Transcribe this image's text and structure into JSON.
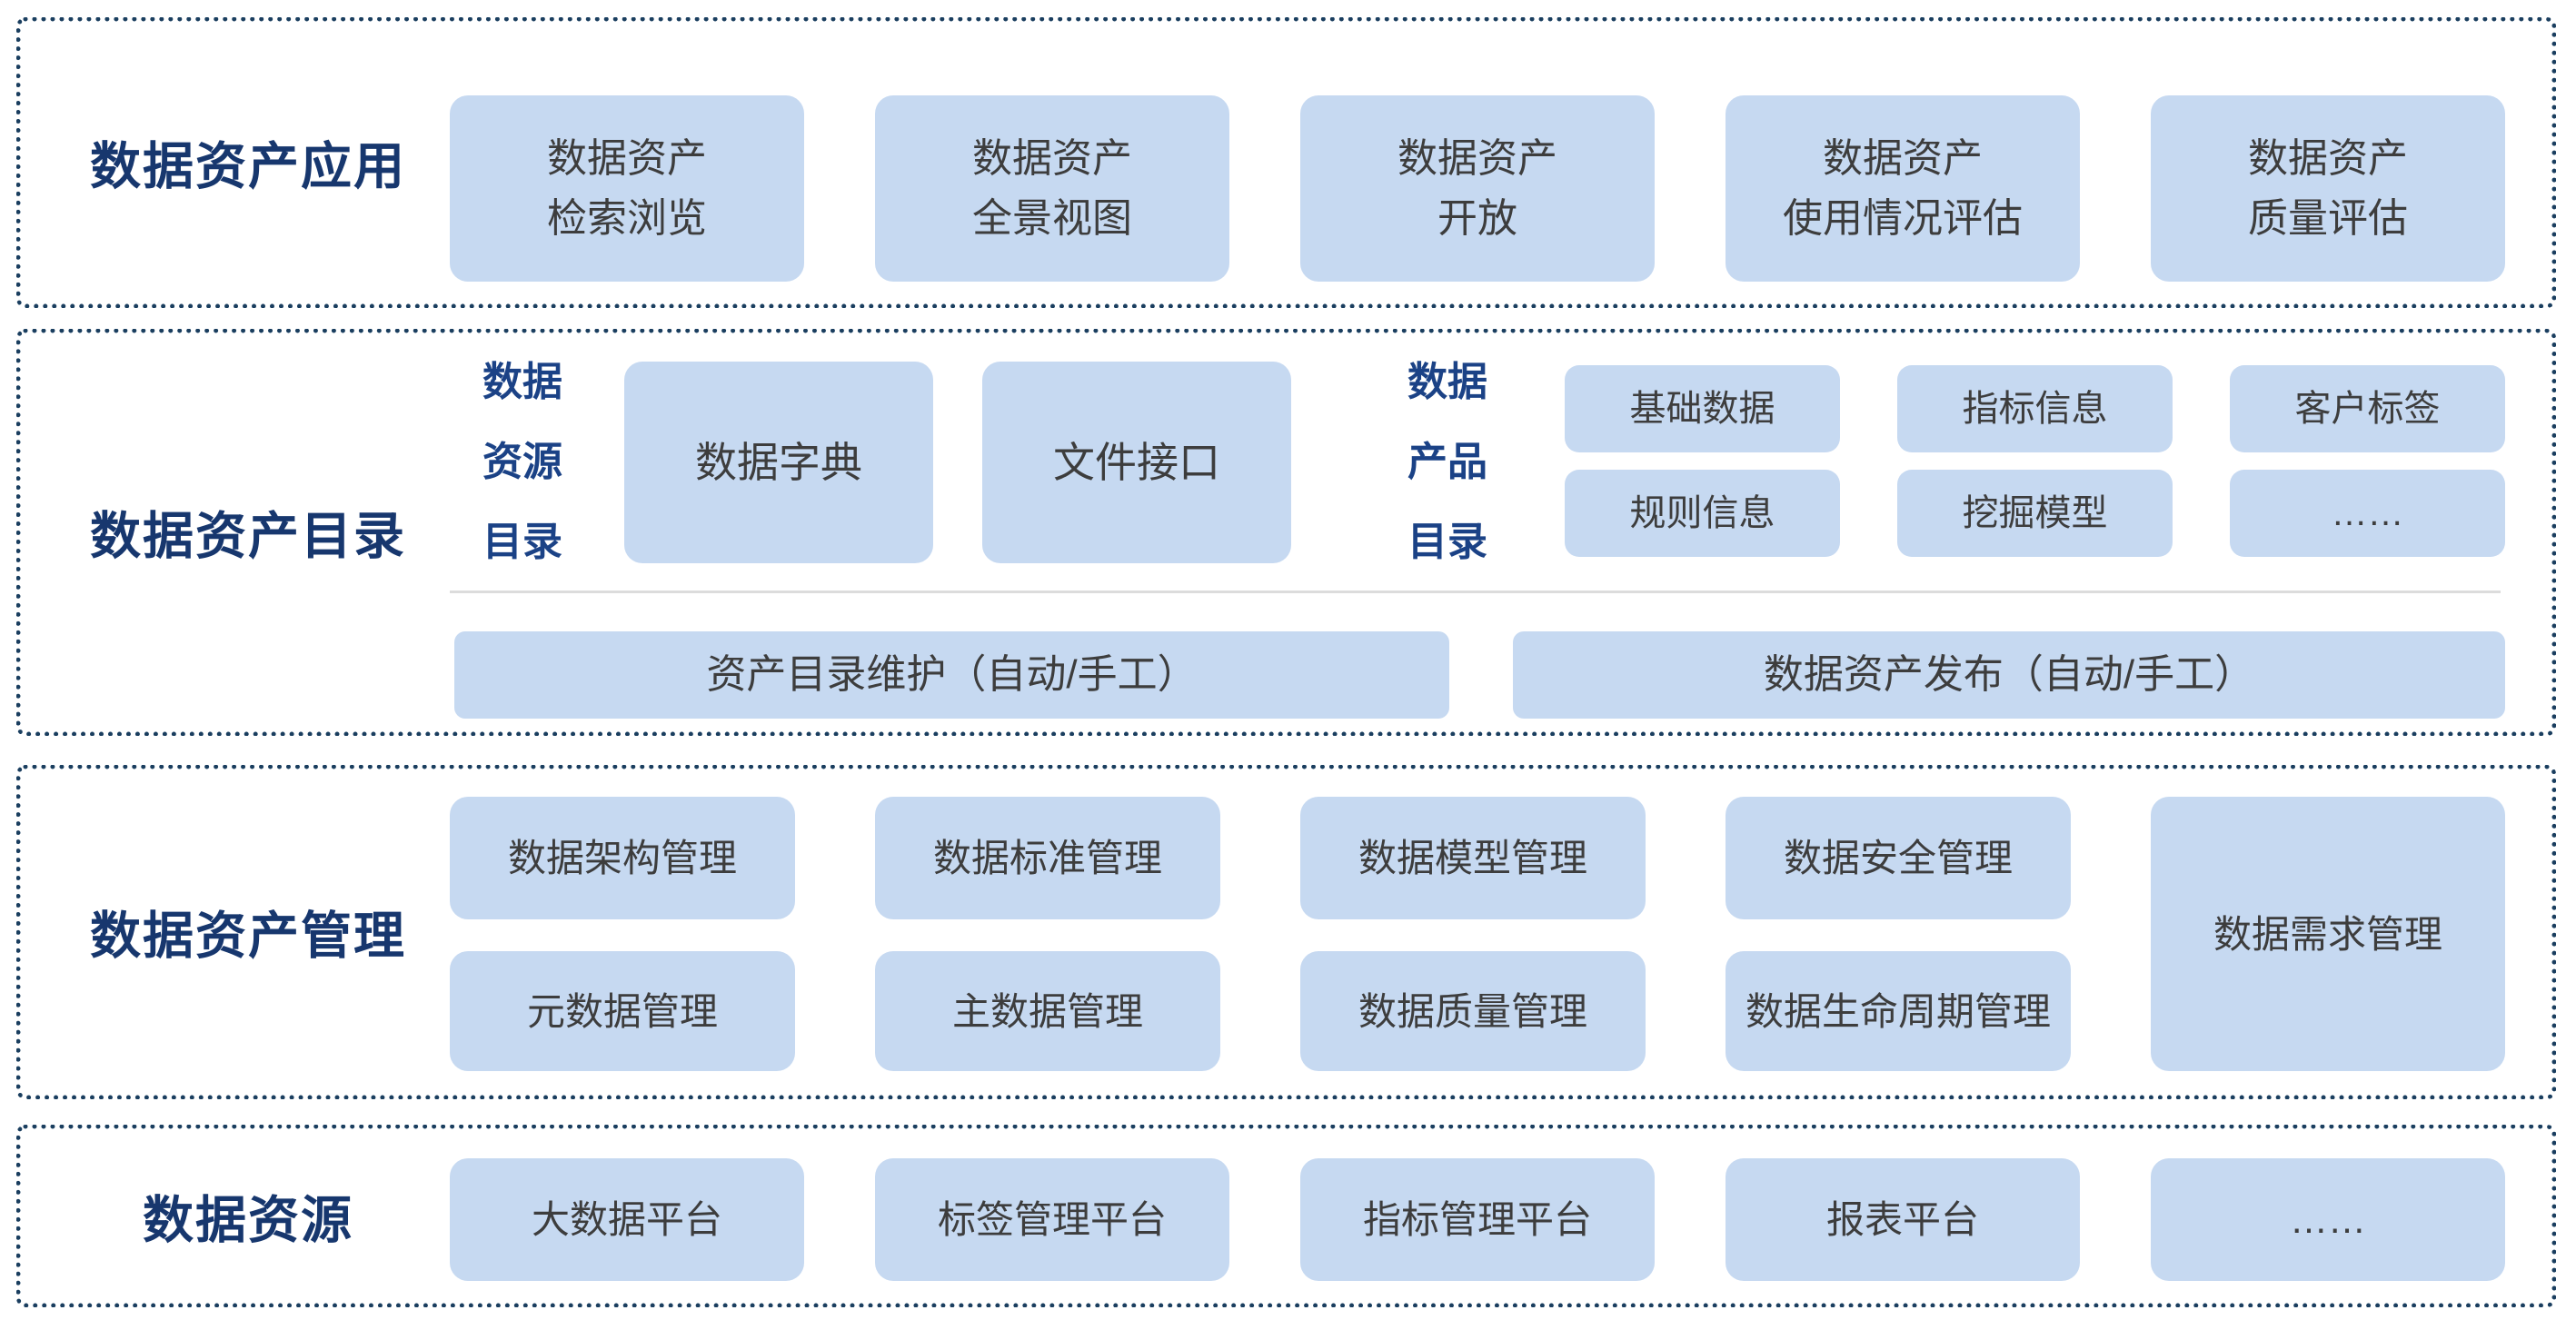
{
  "colors": {
    "box_fill": "#c6d9f1",
    "band_border": "#1a3e5f",
    "band_title": "#17376e",
    "sublabel": "#1b4286",
    "box_text": "#3d3d3d",
    "divider": "#dcdcdc"
  },
  "bands": {
    "applications": {
      "title": "数据资产应用",
      "boxes": [
        "数据资产\n检索浏览",
        "数据资产\n全景视图",
        "数据资产\n开放",
        "数据资产\n使用情况评估",
        "数据资产\n质量评估"
      ]
    },
    "catalog": {
      "title": "数据资产目录",
      "resource_catalog": {
        "label": "数据\n资源\n目录",
        "items": [
          "数据字典",
          "文件接口"
        ]
      },
      "product_catalog": {
        "label": "数据\n产品\n目录",
        "row1": [
          "基础数据",
          "指标信息",
          "客户标签"
        ],
        "row2": [
          "规则信息",
          "挖掘模型",
          "……"
        ]
      },
      "bars": [
        "资产目录维护（自动/手工）",
        "数据资产发布（自动/手工）"
      ]
    },
    "management": {
      "title": "数据资产管理",
      "row1": [
        "数据架构管理",
        "数据标准管理",
        "数据模型管理",
        "数据安全管理"
      ],
      "row2": [
        "元数据管理",
        "主数据管理",
        "数据质量管理",
        "数据生命周期管理"
      ],
      "tall_box": "数据需求管理"
    },
    "resources": {
      "title": "数据资源",
      "boxes": [
        "大数据平台",
        "标签管理平台",
        "指标管理平台",
        "报表平台",
        "……"
      ]
    }
  }
}
